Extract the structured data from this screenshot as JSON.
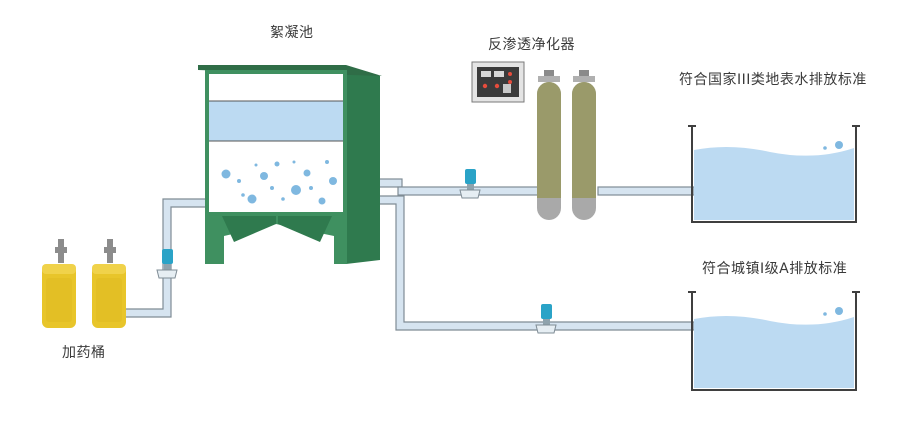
{
  "labels": {
    "flocculation_tank": "絮凝池",
    "ro_purifier": "反渗透净化器",
    "surface_water_standard": "符合国家III类地表水排放标准",
    "town_standard": "符合城镇Ⅰ级A排放标准",
    "dosing_barrels": "加药桶"
  },
  "colors": {
    "pipe_fill": "#d6e4f0",
    "pipe_stroke": "#7f8c95",
    "water": "#bcdaf2",
    "tank_green_dark": "#2f7a4e",
    "tank_green_mid": "#3f9060",
    "barrel_yellow": "#e8c52a",
    "filter_olive": "#9a9a6a",
    "filter_grey": "#a9a9a9",
    "pump_blue": "#2aa3c7",
    "outline_dark": "#3f3f3f"
  }
}
